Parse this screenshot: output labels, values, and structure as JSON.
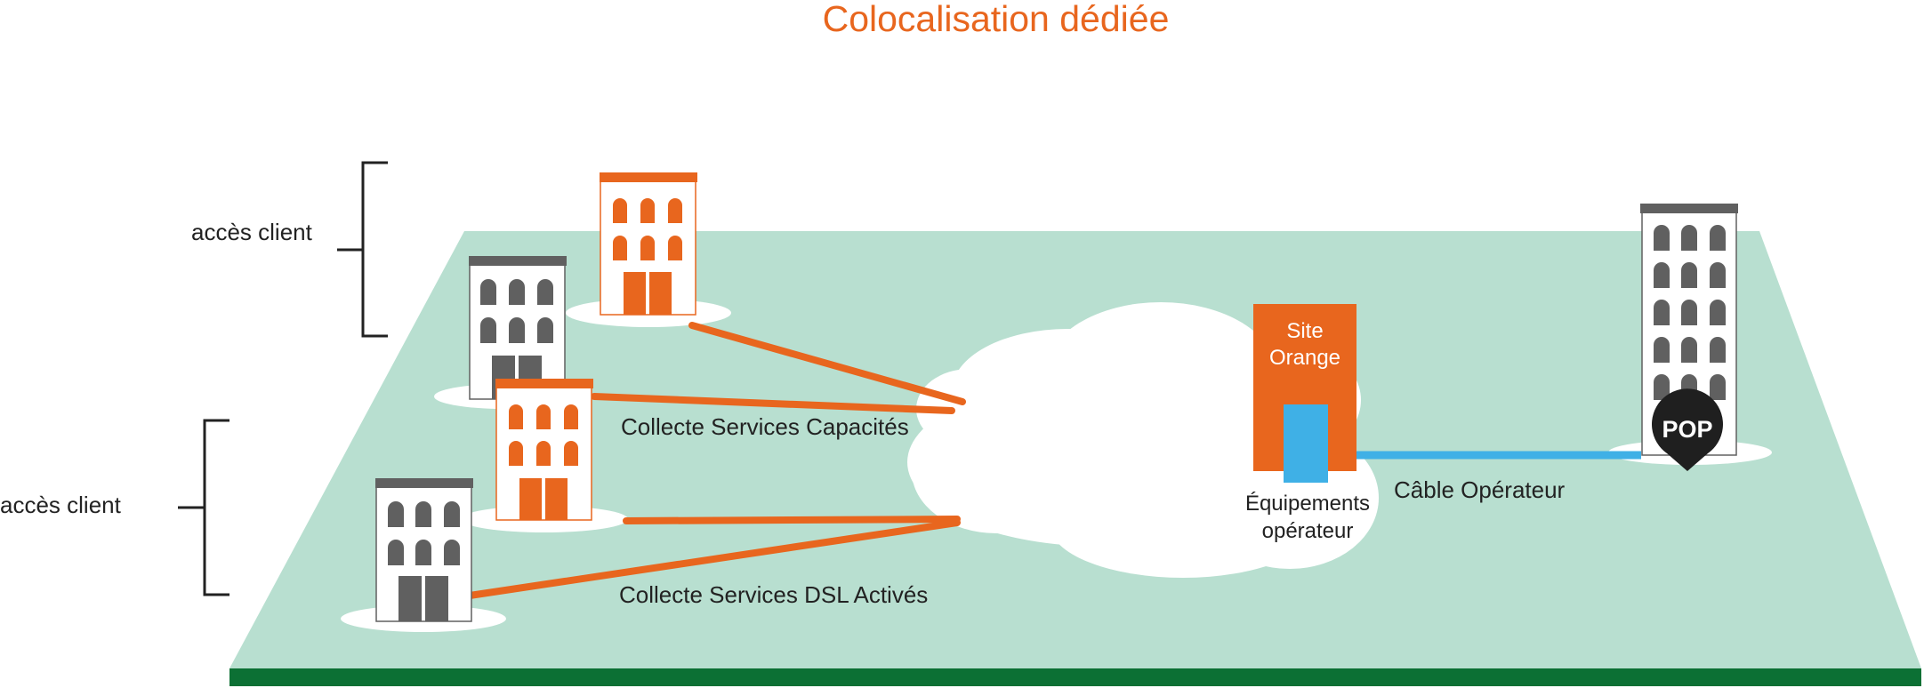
{
  "title": "Colocalisation dédiée",
  "labels": {
    "access_top": "accès client",
    "access_bottom": "accès client",
    "collecte_capacites": "Collecte Services Capacités",
    "collecte_dsl": "Collecte Services DSL Activés",
    "site_line1": "Site",
    "site_line2": "Orange",
    "equipements_line1": "Équipements",
    "equipements_line2": "opérateur",
    "cable": "Câble Opérateur",
    "pop": "POP"
  },
  "colors": {
    "orange": "#e8661e",
    "gray": "#606060",
    "ground": "#b8dfd0",
    "ground_edge": "#0c7034",
    "cable_blue": "#3fb0e6",
    "pop_marker": "#1f1f1f"
  }
}
